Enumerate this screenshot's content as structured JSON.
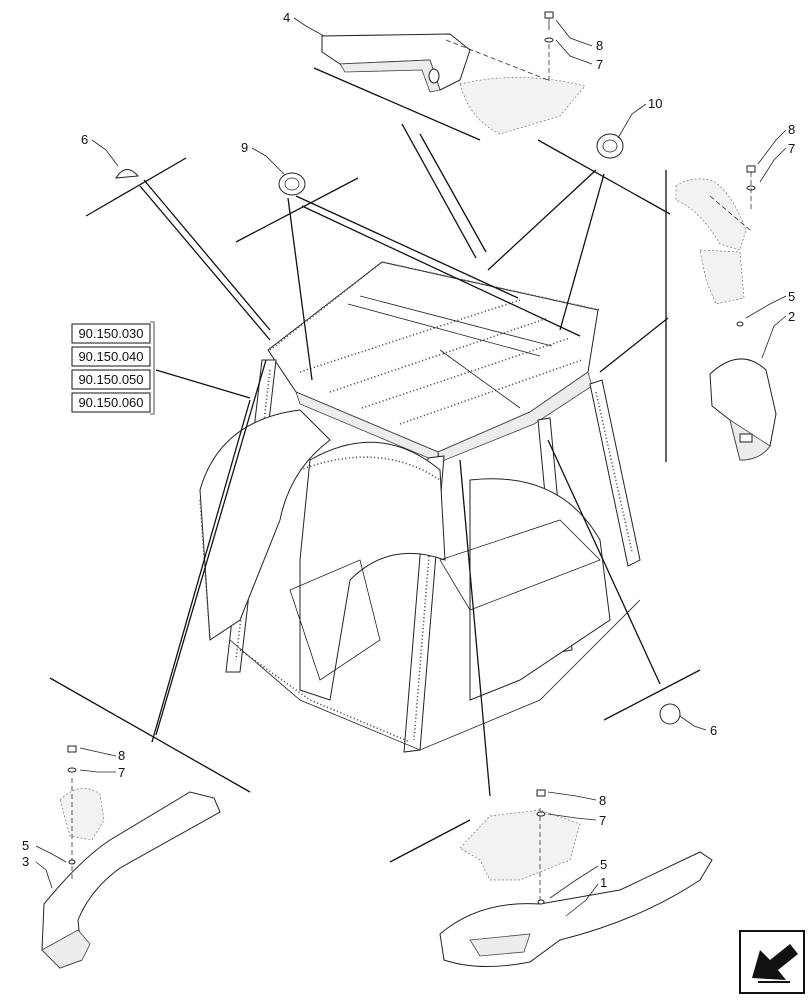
{
  "diagram": {
    "callouts": [
      {
        "id": "c4-top",
        "label": "4"
      },
      {
        "id": "c8-top",
        "label": "8"
      },
      {
        "id": "c7-top",
        "label": "7"
      },
      {
        "id": "c10",
        "label": "10"
      },
      {
        "id": "c6-top",
        "label": "6"
      },
      {
        "id": "c9",
        "label": "9"
      },
      {
        "id": "c8-right",
        "label": "8"
      },
      {
        "id": "c7-right",
        "label": "7"
      },
      {
        "id": "c5-right",
        "label": "5"
      },
      {
        "id": "c2",
        "label": "2"
      },
      {
        "id": "c6-right",
        "label": "6"
      },
      {
        "id": "c8-left",
        "label": "8"
      },
      {
        "id": "c7-left",
        "label": "7"
      },
      {
        "id": "c5-left",
        "label": "5"
      },
      {
        "id": "c3",
        "label": "3"
      },
      {
        "id": "c8-bottom",
        "label": "8"
      },
      {
        "id": "c7-bottom",
        "label": "7"
      },
      {
        "id": "c5-bottom",
        "label": "5"
      },
      {
        "id": "c1",
        "label": "1"
      }
    ],
    "references": [
      "90.150.030",
      "90.150.040",
      "90.150.050",
      "90.150.060"
    ],
    "nav_icon": "arrow-navigation-icon"
  }
}
